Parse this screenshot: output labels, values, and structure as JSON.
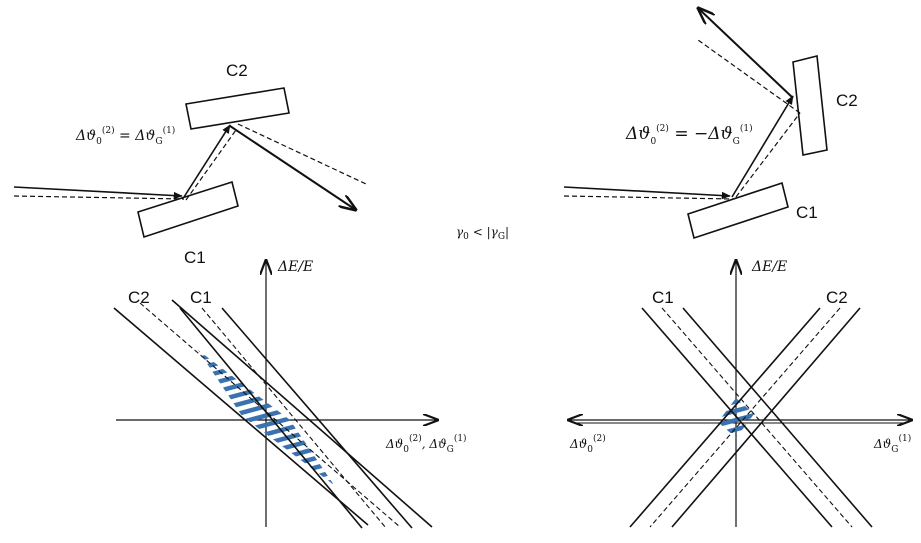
{
  "top_left": {
    "crystal_1": "C1",
    "crystal_2": "C2",
    "condition": {
      "lhs": "Δϑ",
      "lhs_sub": "0",
      "lhs_sup": "(2)",
      "op": " = Δϑ",
      "rhs_sub": "G",
      "rhs_sup": "(1)"
    }
  },
  "top_right": {
    "crystal_1": "C1",
    "crystal_2": "C2",
    "condition": {
      "lhs": "Δϑ",
      "lhs_sub": "0",
      "lhs_sup": "(2)",
      "op": " = −Δϑ",
      "rhs_sub": "G",
      "rhs_sup": "(1)"
    }
  },
  "middle": {
    "gamma_condition": {
      "g0": "γ",
      "g0_sub": "0",
      "op": " < |γ",
      "gG_sub": "G",
      "close": "|"
    }
  },
  "bottom_left": {
    "y_axis": "ΔE/E",
    "x_axis": {
      "a": "Δϑ",
      "a_sub": "0",
      "a_sup": "(2)",
      "sep": ", Δϑ",
      "b_sub": "G",
      "b_sup": "(1)"
    },
    "band_c1": "C1",
    "band_c2": "C2"
  },
  "bottom_right": {
    "y_axis": "ΔE/E",
    "x_left": {
      "a": "Δϑ",
      "a_sub": "0",
      "a_sup": "(2)"
    },
    "x_right": {
      "a": "Δϑ",
      "a_sub": "G",
      "a_sup": "(1)"
    },
    "band_c1": "C1",
    "band_c2": "C2"
  },
  "colors": {
    "line": "#111111",
    "hatch": "#3a72b0"
  }
}
